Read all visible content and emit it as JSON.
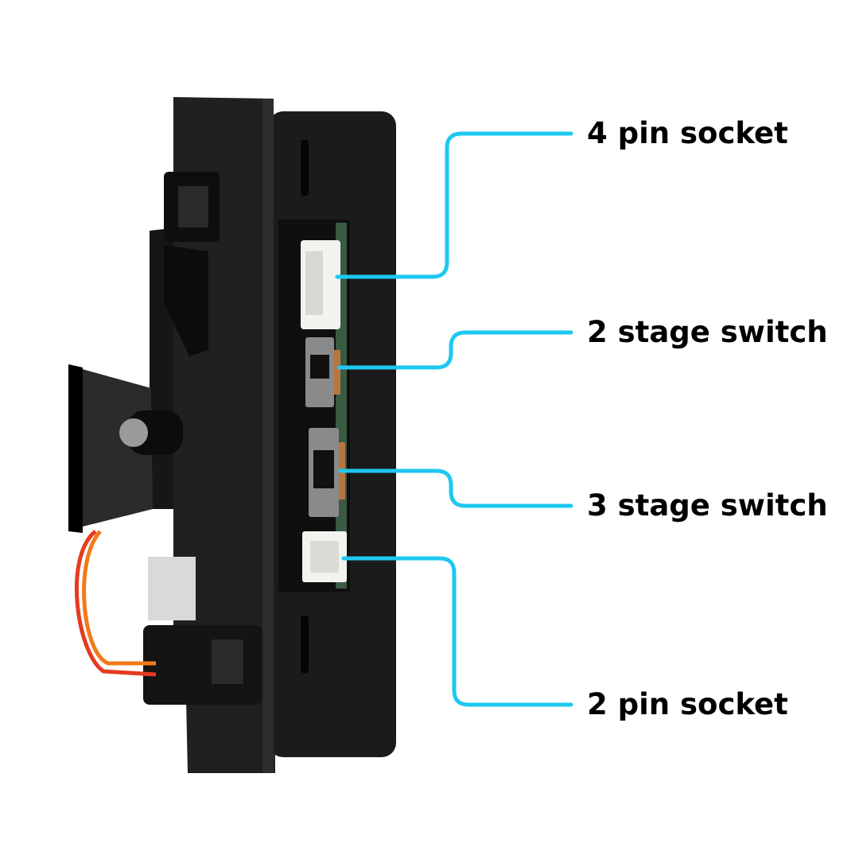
{
  "colors": {
    "background": "#ffffff",
    "callout_line": "#1ec8f0",
    "label_text": "#000000",
    "housing": "#1e1e1e",
    "housing_shade": "#111111",
    "pcb": "#3a5a44",
    "socket": "#f2f2ee",
    "switch_body": "#8a8a8a",
    "contacts": "#b8763e",
    "wire_red": "#e53b20",
    "wire_orange": "#f27a1a",
    "chrome": "#d9d9d9"
  },
  "callouts": [
    {
      "id": "four-pin-socket",
      "label": "4 pin socket"
    },
    {
      "id": "two-stage-switch",
      "label": "2 stage switch"
    },
    {
      "id": "three-stage-switch",
      "label": "3 stage switch"
    },
    {
      "id": "two-pin-socket",
      "label": "2 pin socket"
    }
  ]
}
